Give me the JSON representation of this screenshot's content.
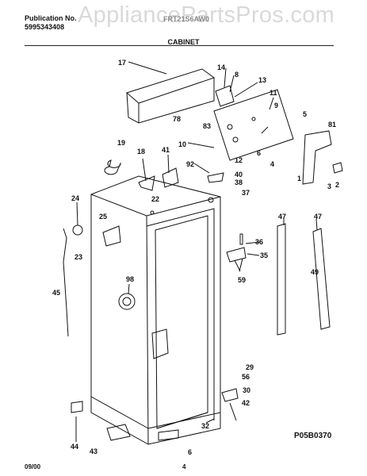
{
  "header": {
    "publication_label": "Publication No.",
    "publication_number": "5995343408",
    "model": "FRT21S6AW0",
    "section_title": "CABINET"
  },
  "watermark": "AppliancePartsPros.com",
  "diagram_code": "P05B0370",
  "footer": {
    "date": "09/00",
    "page": "4"
  },
  "callouts": [
    "17",
    "14",
    "8",
    "13",
    "11",
    "9",
    "5",
    "78",
    "83",
    "81",
    "19",
    "10",
    "18",
    "41",
    "92",
    "12",
    "40",
    "38",
    "37",
    "6",
    "1",
    "4",
    "3",
    "2",
    "24",
    "22",
    "25",
    "47",
    "47",
    "36",
    "23",
    "35",
    "59",
    "49",
    "45",
    "98",
    "29",
    "56",
    "30",
    "42",
    "32",
    "44",
    "43",
    "6"
  ]
}
